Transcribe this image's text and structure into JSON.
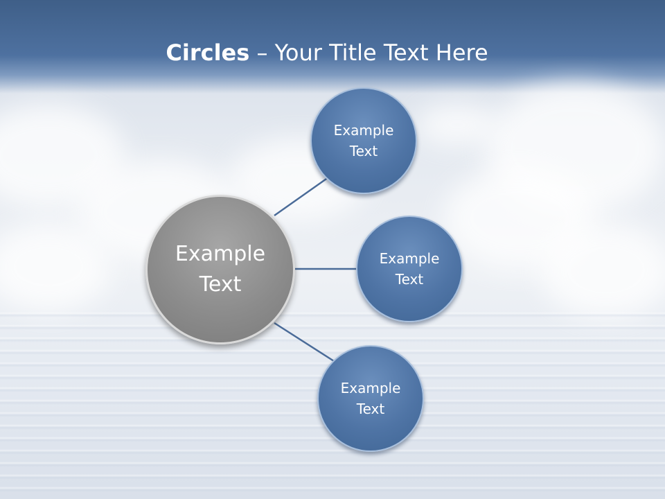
{
  "slide": {
    "title": {
      "bold": "Circles",
      "rest": " – Your Title Text Here"
    },
    "center_node": {
      "label": "Example\nText"
    },
    "satellite_nodes": [
      {
        "label": "Example\nText"
      },
      {
        "label": "Example\nText"
      },
      {
        "label": "Example\nText"
      }
    ]
  },
  "colors": {
    "header": "#4e71a0",
    "satellite_fill": "#4f74a5",
    "center_fill": "#8c8c8c",
    "connector": "#4a6b98",
    "text": "#ffffff"
  }
}
